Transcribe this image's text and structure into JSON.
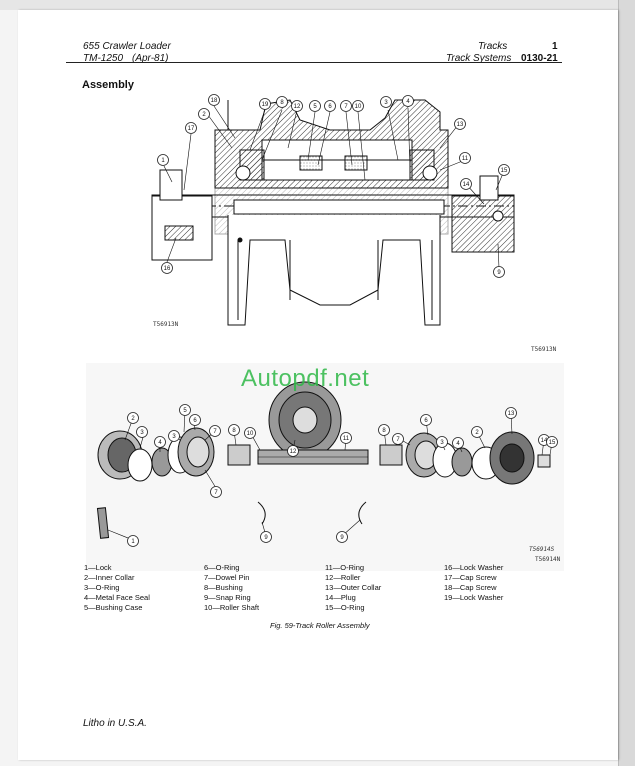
{
  "header": {
    "model": "655 Crawler Loader",
    "manual": "TM-1250",
    "date": "(Apr-81)",
    "group": "Tracks",
    "group_num": "1",
    "section": "Track Systems",
    "page_code": "0130-21"
  },
  "section_title": "Assembly",
  "figure_codes": {
    "top_left": "T56913N",
    "top_right": "T56913N",
    "bottom_stamp": "T56914S",
    "bottom_right": "T56914N"
  },
  "watermark": "Autopdf.net",
  "callouts_top": [
    "19",
    "8",
    "12",
    "5",
    "6",
    "7",
    "10",
    "3",
    "4",
    "2",
    "18",
    "13",
    "17",
    "11",
    "1",
    "15",
    "14",
    "16",
    "9"
  ],
  "callouts_bottom": [
    "2",
    "3",
    "4",
    "5",
    "6",
    "3",
    "7",
    "8",
    "10",
    "12",
    "11",
    "8",
    "7",
    "6",
    "3",
    "4",
    "2",
    "13",
    "14",
    "15",
    "7",
    "9",
    "9",
    "1"
  ],
  "legend": {
    "col1": [
      "1—Lock",
      "2—Inner Collar",
      "3—O-Ring",
      "4—Metal Face Seal",
      "5—Bushing Case"
    ],
    "col2": [
      "6—O-Ring",
      "7—Dowel Pin",
      "8—Bushing",
      "9—Snap Ring",
      "10—Roller Shaft"
    ],
    "col3": [
      "11—O-Ring",
      "12—Roller",
      "13—Outer Collar",
      "14—Plug",
      "15—O-Ring"
    ],
    "col4": [
      "16—Lock Washer",
      "17—Cap Screw",
      "18—Cap Screw",
      "19—Lock Washer"
    ]
  },
  "caption": "Fig. 59-Track Roller Assembly",
  "footer": "Litho in U.S.A."
}
